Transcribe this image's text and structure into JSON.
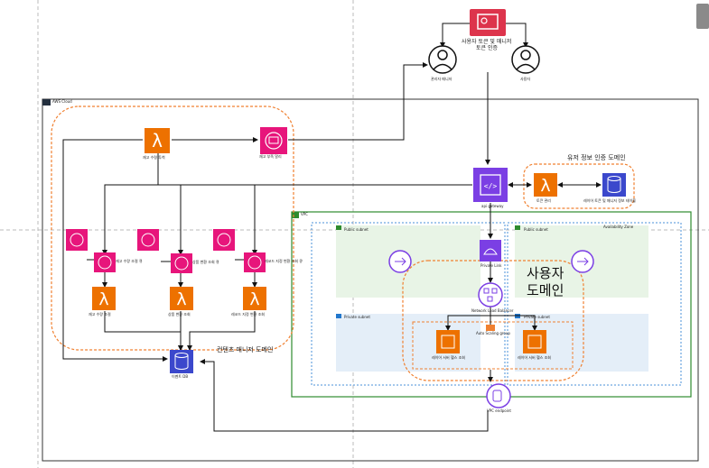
{
  "aws_cloud_label": "AWS Cloud",
  "vpc_label": "VPC",
  "auth_service": {
    "label_line1": "사용자 토큰 및 매니저",
    "label_line2": "토큰 인증"
  },
  "users": {
    "manager": "관리자 매니저",
    "user": "사용자"
  },
  "content_domain_label": "컨텐츠 매니저 도메인",
  "auth_domain_label": "유저 정보 인증 도메인",
  "user_domain_line1": "사용자",
  "user_domain_line2": "도메인",
  "lambdas": {
    "stock_received": "재고 수령 투척",
    "auth_lambda": "토큰 관리",
    "stock_adjust": "재고 수량 조절",
    "product_lookup": "상품 변환 조회",
    "record_lookup": "레코드 지정 변환 조회"
  },
  "sns_label": "재고 부족 알리",
  "queue_labels": [
    "재고 수량 조절 큐",
    "상품 변환 조회 큐",
    "레코드 지정 변환 조회 큐"
  ],
  "event_db": "이벤트 DB",
  "user_db": "레이어 토큰 및 매니저 정보 테이블",
  "api_gateway": "api gateway",
  "private_link": "Private Link",
  "nlb": "Network Load Balancer",
  "asg": "Auto Scaling group",
  "ec2_left": "레이어 서버 헬스 조회",
  "ec2_right": "레이어 서버 헬스 조회",
  "vpc_endpoint": "VPC endpoint",
  "subnets": {
    "public_left": "Public subnet",
    "public_right": "Public subnet",
    "private_left": "Private subnet",
    "private_right": "Private subnet",
    "az": "Availability Zone"
  },
  "colors": {
    "lambda": "#ED7100",
    "integration": "#E7157B",
    "database": "#3B48CC",
    "api": "#7B3FE4",
    "security": "#DD344C",
    "vpc_green": "#2E8B2E",
    "domain_orange": "#F08030",
    "subnet_green": "#E8F4E6",
    "subnet_blue": "#E4EEF8"
  }
}
